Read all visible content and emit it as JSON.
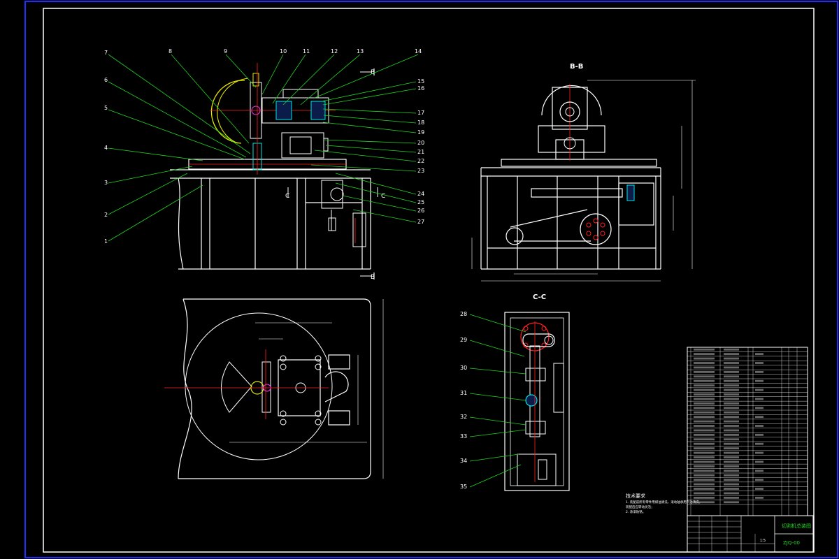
{
  "colors": {
    "background": "#000000",
    "outer_frame": "#1e2fff",
    "border": "#ffffff",
    "green": "#22d422",
    "red": "#ff2020",
    "yellow": "#e8e800",
    "cyan": "#00e5e5",
    "blue": "#3040ff",
    "magenta": "#ff30ff"
  },
  "views": {
    "section_b": "B-B",
    "section_c": "C-C",
    "mark_b": "B",
    "mark_c": "C"
  },
  "callouts_left": [
    "7",
    "6",
    "5",
    "4",
    "3",
    "2",
    "1"
  ],
  "callouts_top": [
    "8",
    "9",
    "10",
    "11",
    "12",
    "13",
    "14"
  ],
  "callouts_right": [
    "15",
    "16",
    "17",
    "18",
    "19",
    "20",
    "21",
    "22",
    "23",
    "24",
    "25",
    "26",
    "27"
  ],
  "callouts_cc": [
    "28",
    "29",
    "30",
    "31",
    "32",
    "33",
    "34",
    "35"
  ],
  "tech_notes": {
    "title": "技术要求",
    "lines": [
      "1. 装配前所有零件用煤油清洗，滚动轴承用汽油清洗，",
      "   装配后应转动灵活；",
      "2. 涂漆防锈。"
    ]
  },
  "title_block": {
    "drawing_name": "切割机总装图",
    "drawing_no": "ZJQ-00",
    "scale": "1:5"
  },
  "bom_rows": 35
}
